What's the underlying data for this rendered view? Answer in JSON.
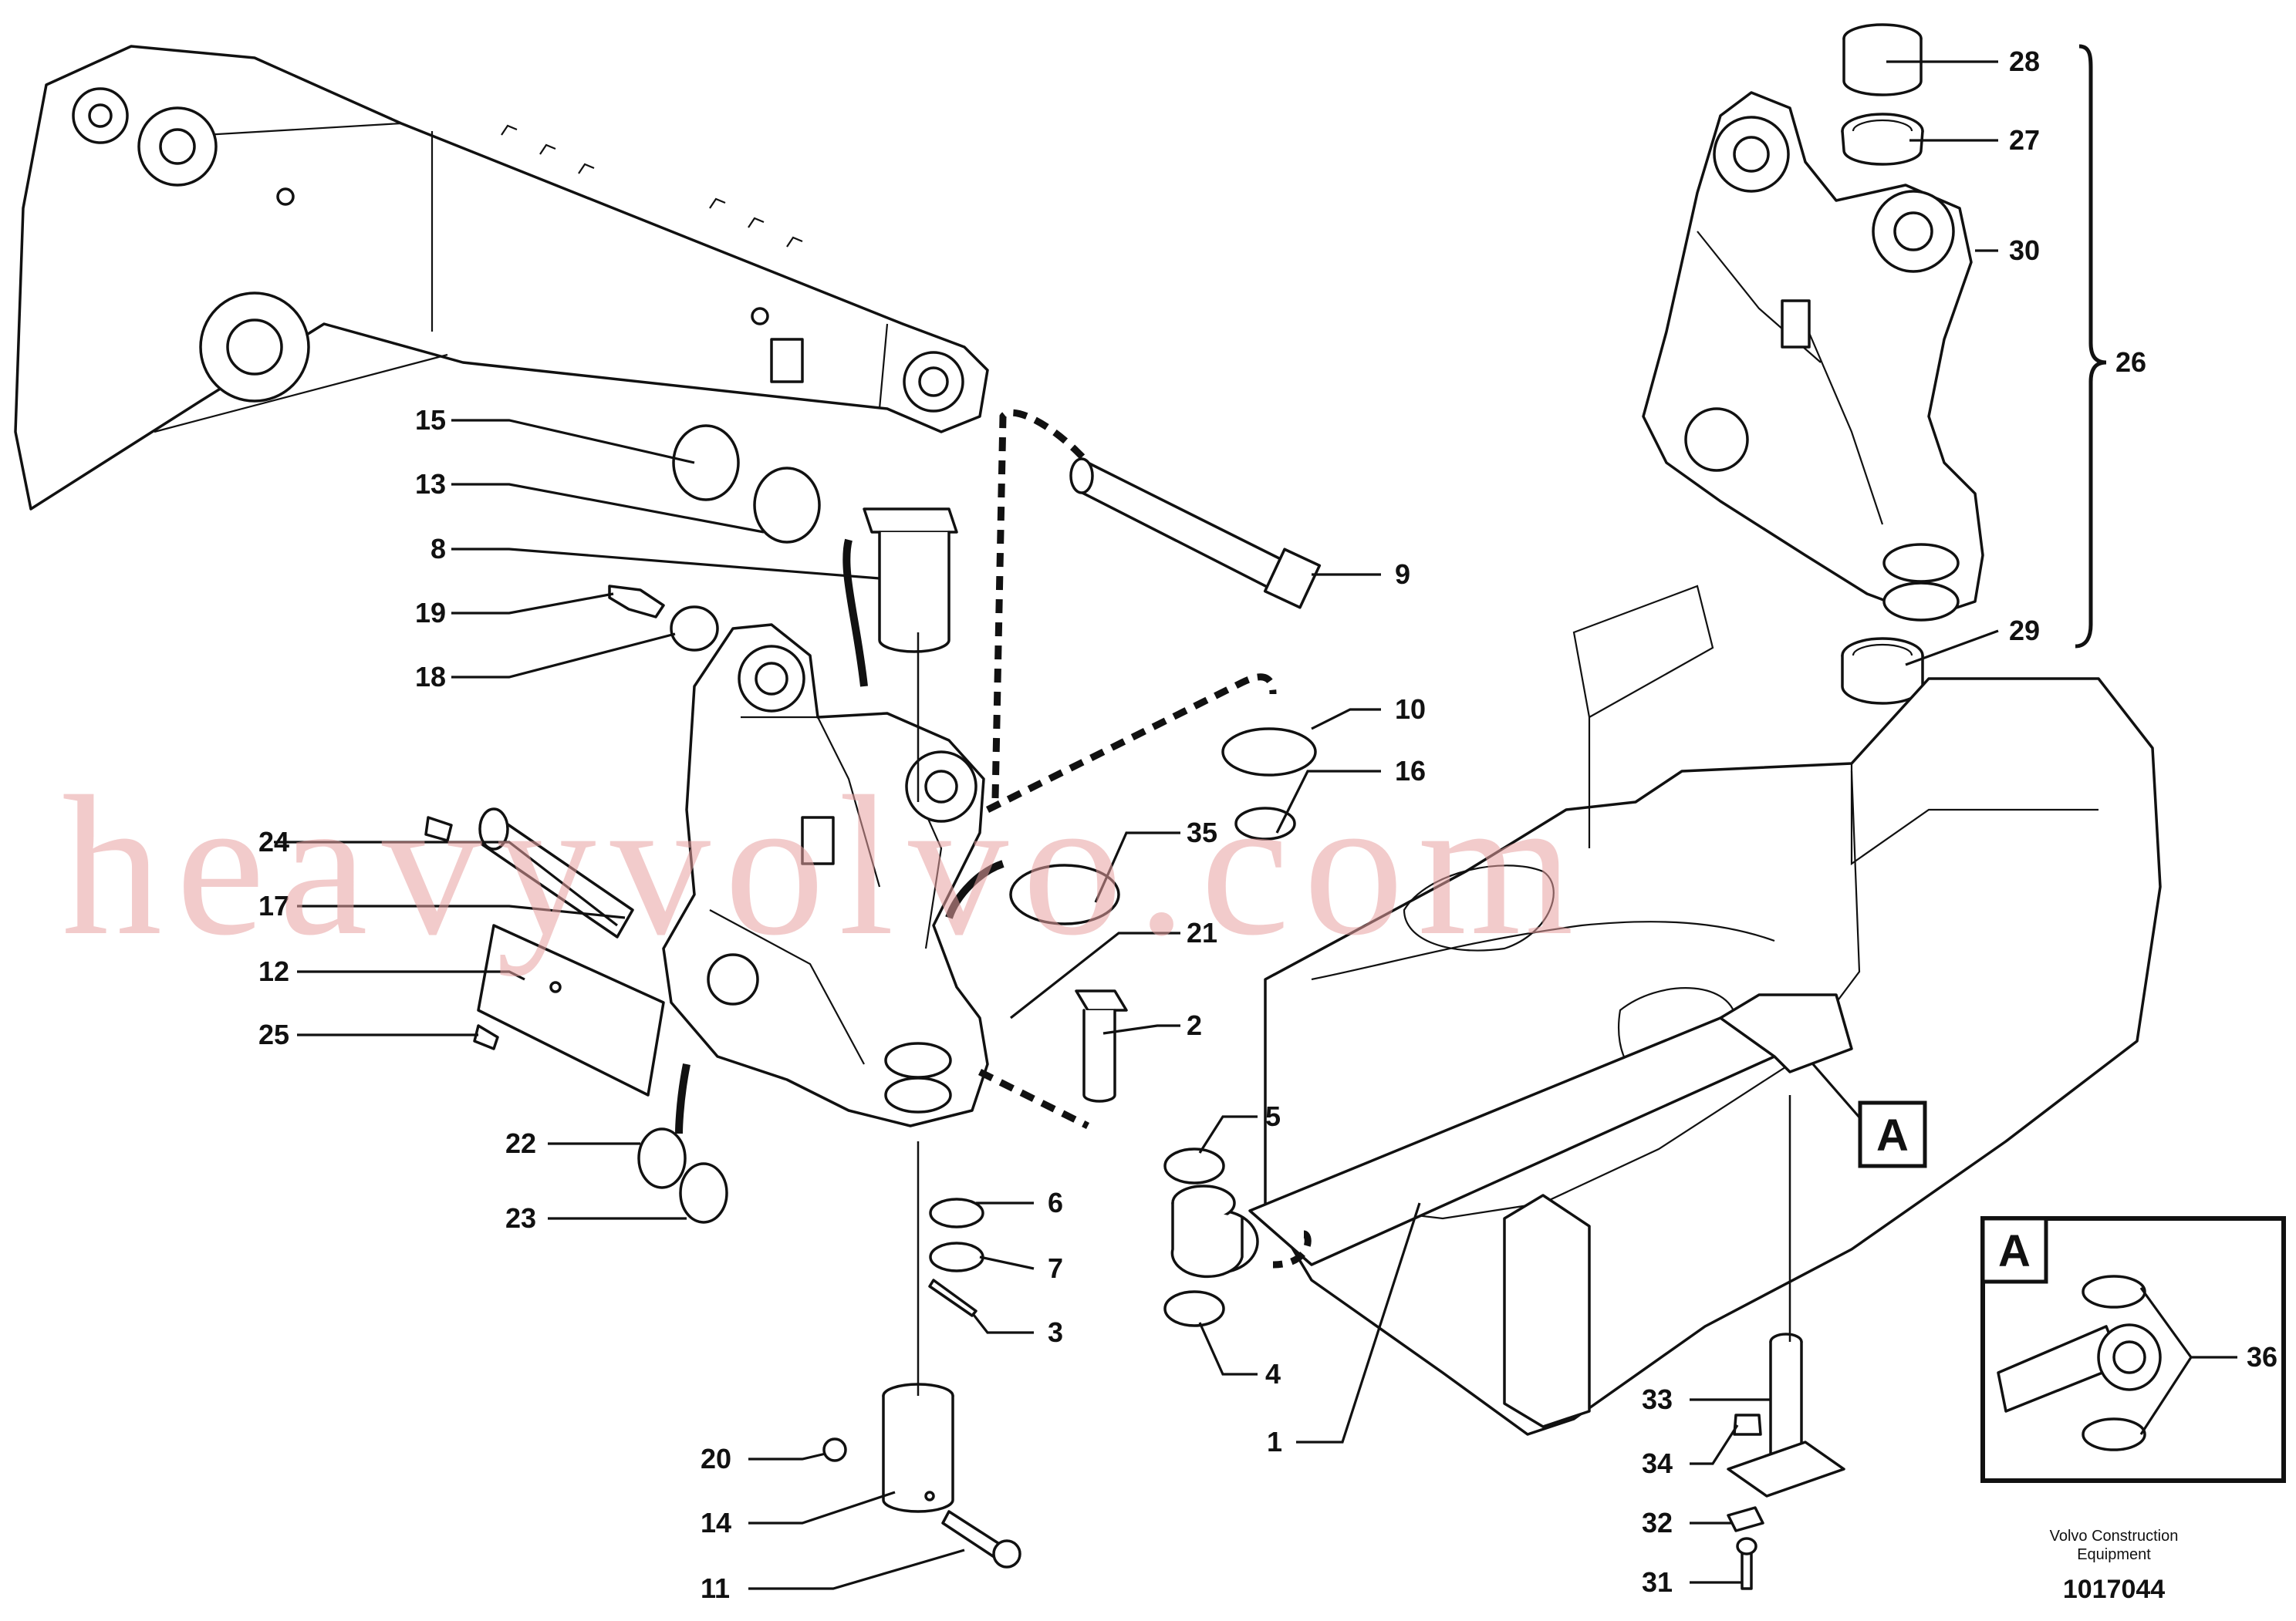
{
  "watermark": "heavyvolvo.com",
  "callouts": {
    "c1": "1",
    "c2": "2",
    "c3": "3",
    "c4": "4",
    "c5": "5",
    "c6": "6",
    "c7": "7",
    "c8": "8",
    "c9": "9",
    "c10": "10",
    "c11": "11",
    "c12": "12",
    "c13": "13",
    "c14": "14",
    "c15": "15",
    "c16": "16",
    "c17": "17",
    "c18": "18",
    "c19": "19",
    "c20": "20",
    "c21": "21",
    "c22": "22",
    "c23": "23",
    "c24": "24",
    "c25": "25",
    "c26": "26",
    "c27": "27",
    "c28": "28",
    "c29": "29",
    "c30": "30",
    "c31": "31",
    "c32": "32",
    "c33": "33",
    "c34": "34",
    "c35": "35",
    "c36": "36"
  },
  "detail_marker": "A",
  "detail_box_label": "A",
  "footer": {
    "maker_line1": "Volvo Construction",
    "maker_line2": "Equipment",
    "drawing_number": "1017044"
  }
}
